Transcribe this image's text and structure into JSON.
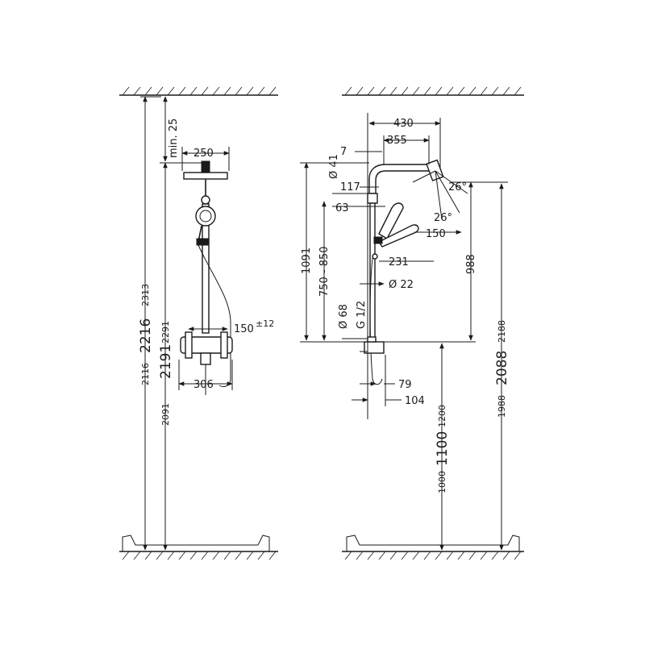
{
  "left_view": {
    "head_width": "250",
    "min_ceiling_gap": "min. 25",
    "total_height_max": "2313",
    "total_height_nominal": "2216",
    "total_height_min": "2116",
    "mixer_height_max": "2291",
    "mixer_height_nominal": "2191",
    "mixer_height_min": "2091",
    "mixer_width": "306",
    "connection_spacing": "150",
    "connection_tolerance": "±12"
  },
  "right_view": {
    "arm_projection": "430",
    "arm_projection_inner": "355",
    "wall_offset": "7",
    "rail_diameter_top": "Ø 41",
    "arm_height_offset": "117",
    "holder_offset": "63",
    "spray_angle_1": "26°",
    "spray_angle_2": "26°",
    "handshower_reach": "150",
    "handshower_offset": "231",
    "rail_diameter": "Ø 22",
    "rail_height": "1091",
    "adjustable_range": "750 - 850",
    "connector_diameter": "Ø 68",
    "thread": "G 1/2",
    "head_vertical": "988",
    "mixer_depth_1": "79",
    "mixer_depth_2": "104",
    "outlet_height_max": "1200",
    "outlet_height_nominal": "1100",
    "outlet_height_min": "1000",
    "head_height_max": "2188",
    "head_height_nominal": "2088",
    "head_height_min": "1988"
  }
}
